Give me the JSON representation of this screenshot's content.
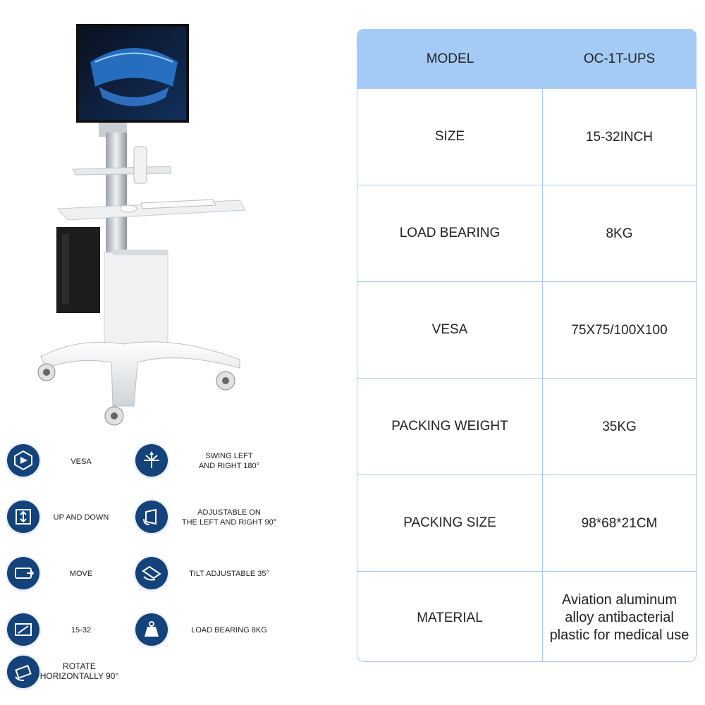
{
  "features": [
    {
      "name": "vesa",
      "label": "VESA",
      "icon": "vesa-badge-icon"
    },
    {
      "name": "swing",
      "label": "SWING LEFT\nAND RIGHT 180°",
      "icon": "swing-arrows-icon"
    },
    {
      "name": "up-down",
      "label": "UP AND DOWN",
      "icon": "up-down-icon"
    },
    {
      "name": "adjust-90",
      "label": "ADJUSTABLE ON\nTHE LEFT AND RIGHT 90°",
      "icon": "rotate-side-icon"
    },
    {
      "name": "move",
      "label": "MOVE",
      "icon": "move-icon"
    },
    {
      "name": "tilt",
      "label": "TILT ADJUSTABLE 35°",
      "icon": "tilt-icon"
    },
    {
      "name": "size",
      "label": "15-32",
      "icon": "screen-size-icon"
    },
    {
      "name": "load",
      "label": "LOAD BEARING 8KG",
      "icon": "weight-icon"
    },
    {
      "name": "rotate",
      "label": "ROTATE\nHORIZONTALLY 90°",
      "icon": "rotate-screen-icon"
    }
  ],
  "spec": {
    "header": {
      "label": "MODEL",
      "value": "OC-1T-UPS"
    },
    "rows": [
      {
        "label": "SIZE",
        "value": "15-32INCH"
      },
      {
        "label": "LOAD BEARING",
        "value": "8KG"
      },
      {
        "label": "VESA",
        "value": "75X75/100X100"
      },
      {
        "label": "PACKING WEIGHT",
        "value": "35KG"
      },
      {
        "label": "PACKING SIZE",
        "value": "98*68*21CM"
      },
      {
        "label": "MATERIAL",
        "value": "Aviation aluminum\nalloy antibacterial\nplastic for medical use"
      }
    ]
  },
  "colors": {
    "header_bg": "#a3cbf6",
    "border": "#a9c9ec",
    "icon_bg": "#14427a"
  }
}
